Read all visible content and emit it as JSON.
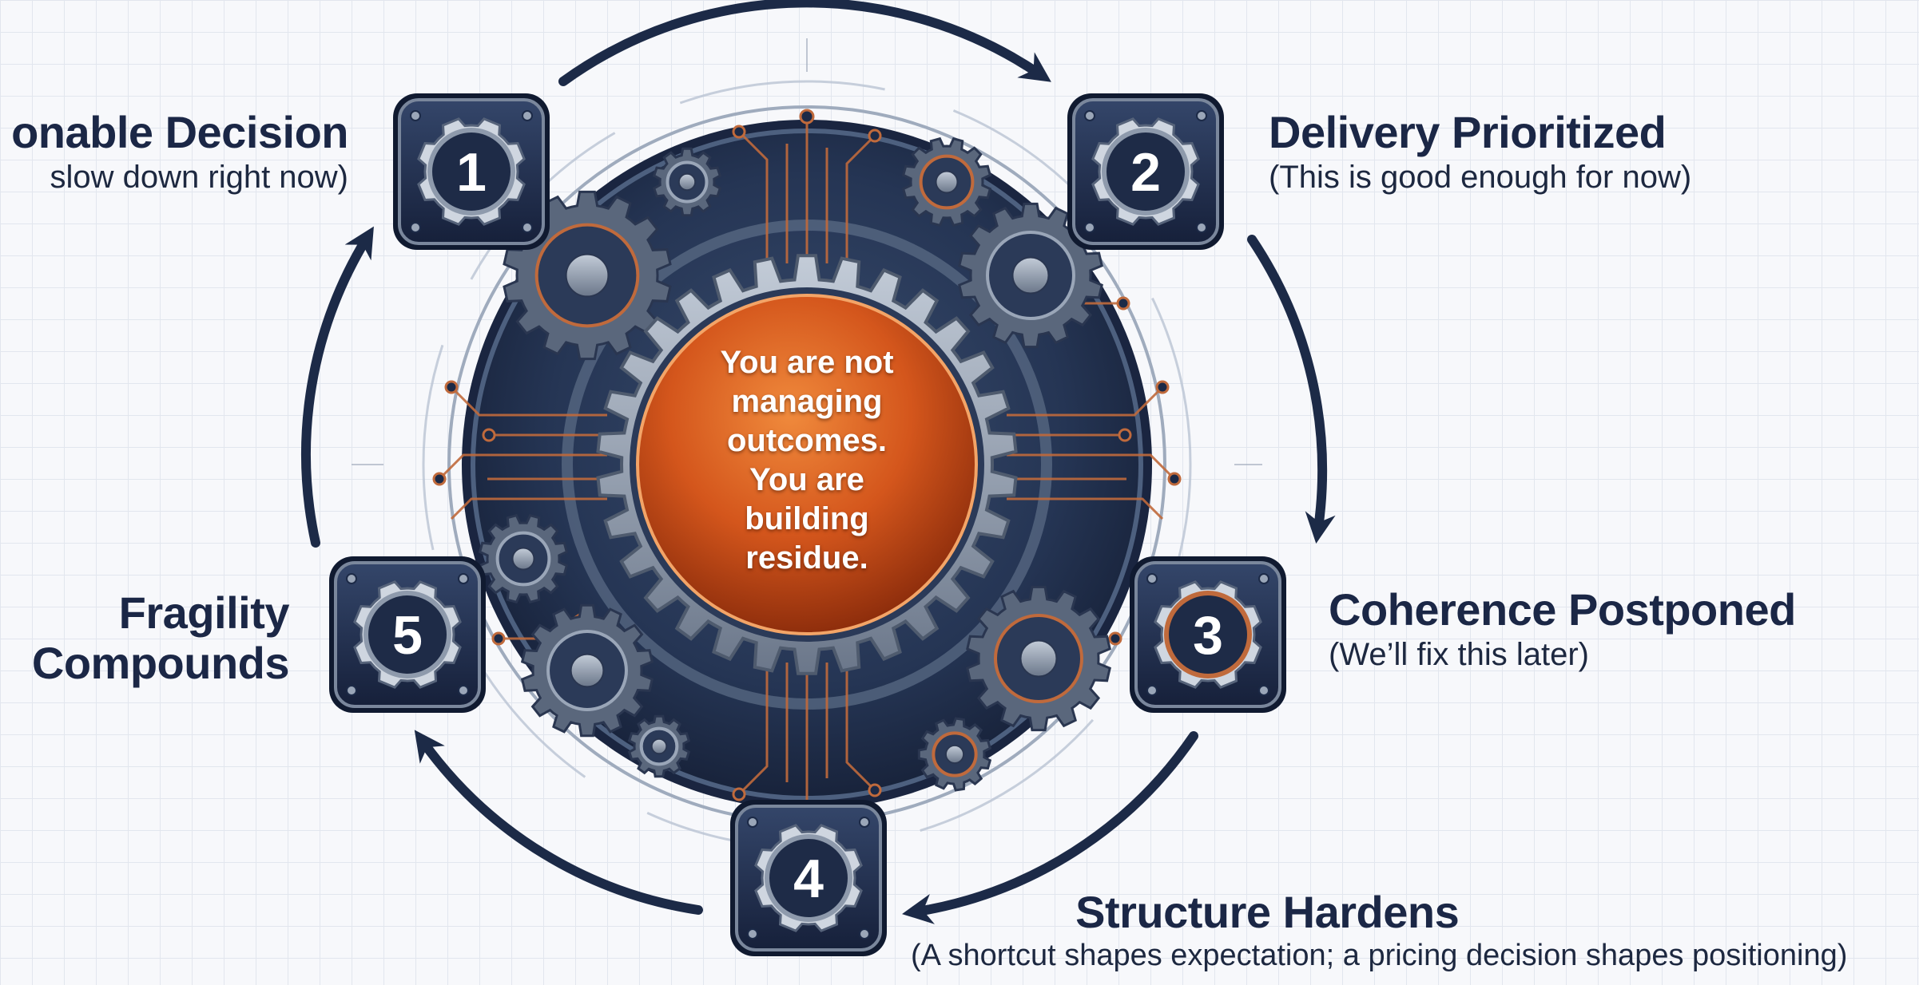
{
  "center": {
    "lines": [
      "You are not",
      "managing",
      "outcomes.",
      "You are",
      "building",
      "residue."
    ]
  },
  "steps": [
    {
      "number": "1",
      "title": "onable Decision",
      "subtitle": "slow down right now)"
    },
    {
      "number": "2",
      "title": "Delivery Prioritized",
      "subtitle": "(This is good enough for now)"
    },
    {
      "number": "3",
      "title": "Coherence Postponed",
      "subtitle": "(We’ll fix this later)"
    },
    {
      "number": "4",
      "title": "Structure Hardens",
      "subtitle": "(A shortcut shapes expectation; a pricing decision shapes positioning)"
    },
    {
      "number": "5",
      "title_lines": [
        "Fragility",
        "Compounds"
      ]
    }
  ],
  "colors": {
    "navy": "#1c2a47",
    "copper": "#c06a3c",
    "orange": "#d9571c",
    "steel": "#8e9aac",
    "background": "#f7f8fb"
  }
}
